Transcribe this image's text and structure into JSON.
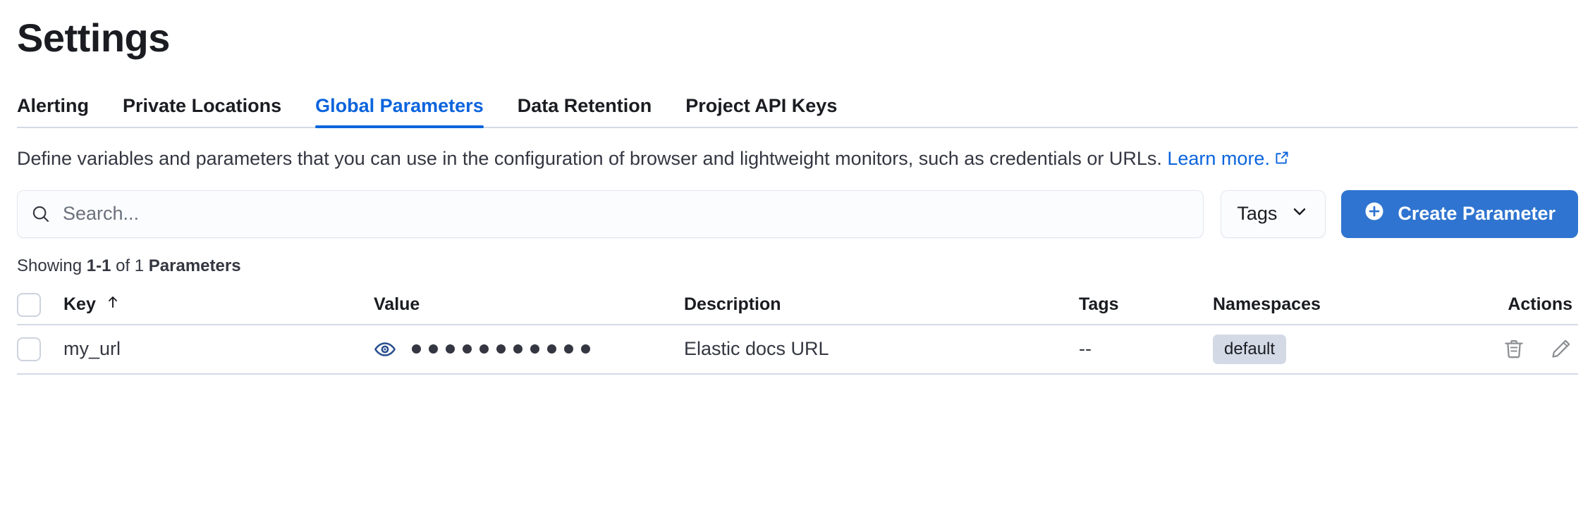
{
  "header": {
    "title": "Settings"
  },
  "tabs": [
    {
      "label": "Alerting",
      "active": false
    },
    {
      "label": "Private Locations",
      "active": false
    },
    {
      "label": "Global Parameters",
      "active": true
    },
    {
      "label": "Data Retention",
      "active": false
    },
    {
      "label": "Project API Keys",
      "active": false
    }
  ],
  "description": {
    "text": "Define variables and parameters that you can use in the configuration of browser and lightweight monitors, such as credentials or URLs. ",
    "link_label": "Learn more.",
    "link_icon": "external-link-icon"
  },
  "controls": {
    "search_placeholder": "Search...",
    "search_value": "",
    "search_icon": "search-icon",
    "tags_label": "Tags",
    "tags_icon": "chevron-down-icon",
    "create_label": "Create Parameter",
    "create_icon": "plus-circle-icon"
  },
  "results": {
    "prefix": "Showing ",
    "range": "1-1",
    "middle": " of 1 ",
    "noun": "Parameters"
  },
  "table": {
    "columns": {
      "key": "Key",
      "key_sort_icon": "sort-ascending-arrow-icon",
      "value": "Value",
      "description": "Description",
      "tags": "Tags",
      "namespaces": "Namespaces",
      "actions": "Actions"
    },
    "rows": [
      {
        "checked": false,
        "key": "my_url",
        "value_masked": "•••••••••••",
        "value_dots": 11,
        "value_reveal_icon": "eye-icon",
        "description": "Elastic docs URL",
        "tags": "--",
        "namespaces": [
          "default"
        ],
        "actions": [
          "trash-icon",
          "pencil-icon"
        ]
      }
    ]
  },
  "colors": {
    "accent": "#0b64dd",
    "primary_button": "#2f74d0",
    "border": "#d3dae6",
    "badge_bg": "#d3dae6",
    "text": "#1a1c21",
    "muted_text": "#343741",
    "eye_icon": "#2a4f8f"
  }
}
